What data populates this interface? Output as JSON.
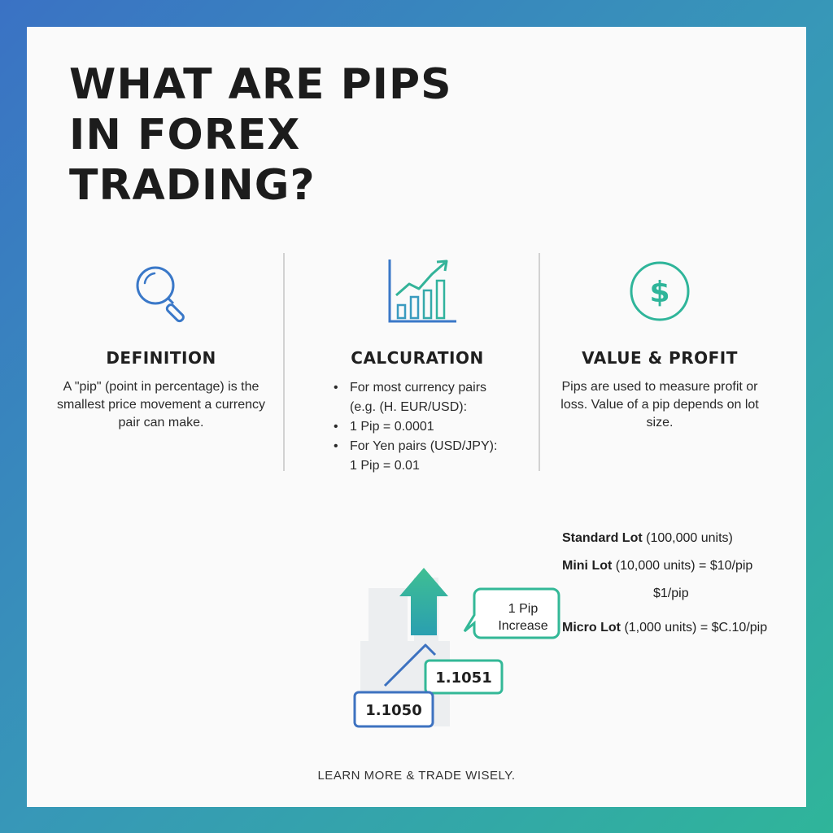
{
  "title_lines": [
    "WHAT ARE PIPS",
    "IN FOREX",
    "TRADING?"
  ],
  "columns": [
    {
      "icon": "magnifier-icon",
      "heading": "DEFINITION",
      "text": "A \"pip\" (point in percentage) is the smallest price movement a currency pair can make."
    },
    {
      "icon": "growth-chart-icon",
      "heading": "CALCURATION",
      "items": [
        "For most currency pairs",
        "(e.g. (H. EUR/USD):",
        "1 Pip = 0.0001",
        "For Yen pairs (USD/JPY):",
        "1 Pip = 0.01"
      ]
    },
    {
      "icon": "dollar-circle-icon",
      "heading": "VALUE & PROFIT",
      "text": "Pips are used to measure profit or loss. Value of a pip depends on lot size."
    }
  ],
  "illustration": {
    "price_low": "1.1050",
    "price_high": "1.1051",
    "callout_line1": "1 Pip",
    "callout_line2": "Increase",
    "arrow_icon": "up-arrow-icon"
  },
  "lots": {
    "standard_bold": "Standard Lot",
    "standard_rest": " (100,000 units)",
    "mini_bold": "Mini Lot",
    "mini_rest": " (10,000 units) = $10/pip",
    "extra": "$1/pip",
    "micro_bold": "Micro Lot",
    "micro_rest": " (1,000 units) = $C.10/pip"
  },
  "footer": "LEARN MORE & TRADE WISELY.",
  "colors": {
    "blue": "#3a72c4",
    "teal": "#2fb59a",
    "border_blue": "#3f6fb8",
    "callout_teal": "#33b897"
  }
}
